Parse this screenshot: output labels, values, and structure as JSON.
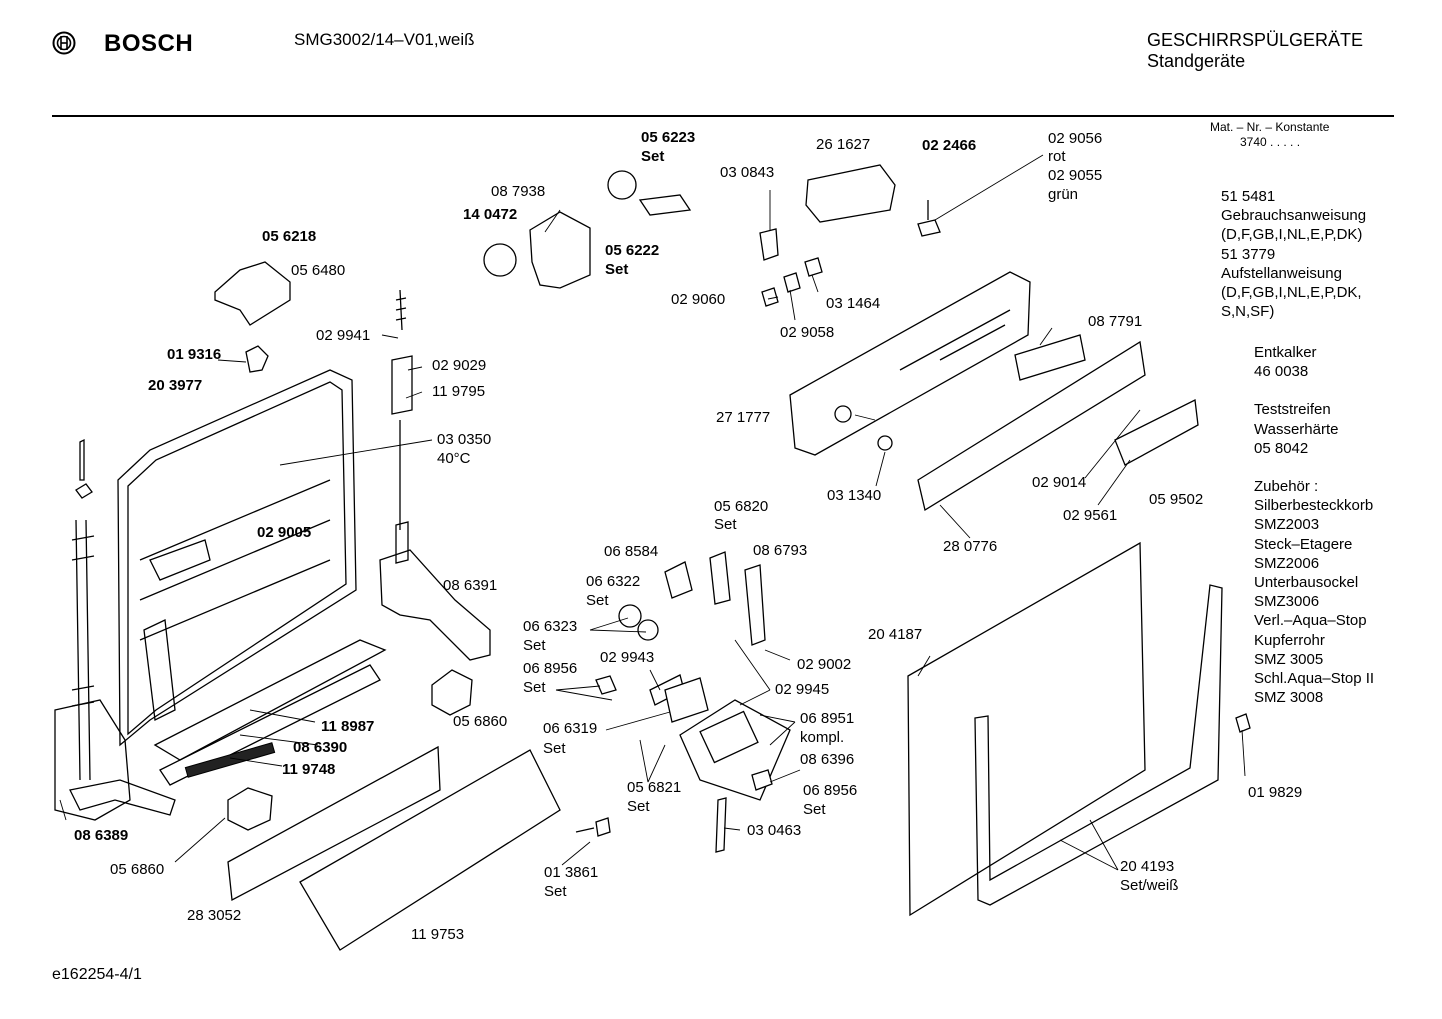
{
  "header": {
    "brand": "BOSCH",
    "model": "SMG3002/14–V01,weiß",
    "category": "GESCHIRRSPÜLGERÄTE",
    "subcategory": "Standgeräte"
  },
  "material_constant": {
    "title": "Mat. – Nr. – Konstante",
    "value": "3740  .  .  .  .  ."
  },
  "side_notes": [
    "51 5481",
    "Gebrauchsanweisung",
    "(D,F,GB,I,NL,E,P,DK)",
    "51 3779",
    "Aufstellanweisung",
    "(D,F,GB,I,NL,E,P,DK,",
    " S,N,SF)"
  ],
  "extras": [
    "Entkalker",
    "46 0038",
    "",
    "Teststreifen",
    "Wasserhärte",
    "05 8042",
    "",
    "Zubehör :",
    "Silberbesteckkorb",
    "SMZ2003",
    "Steck–Etagere",
    "SMZ2006",
    "Unterbausockel",
    "SMZ3006",
    "Verl.–Aqua–Stop",
    "Kupferrohr",
    "SMZ 3005",
    "Schl.Aqua–Stop II",
    "SMZ 3008"
  ],
  "footer": "e162254-4/1",
  "part_labels": [
    {
      "text": "05 6223",
      "bold": true
    },
    {
      "text": "Set",
      "bold": true
    },
    {
      "text": "26 1627",
      "bold": false
    },
    {
      "text": "02 2466",
      "bold": true
    },
    {
      "text": "02 9056",
      "bold": false
    },
    {
      "text": "rot",
      "bold": false
    },
    {
      "text": "02 9055",
      "bold": false
    },
    {
      "text": "grün",
      "bold": false
    },
    {
      "text": "03 0843",
      "bold": false
    },
    {
      "text": "08 7938",
      "bold": false
    },
    {
      "text": "14 0472",
      "bold": true
    },
    {
      "text": "05 6222",
      "bold": true
    },
    {
      "text": "Set",
      "bold": true
    },
    {
      "text": "05 6218",
      "bold": true
    },
    {
      "text": "05 6480",
      "bold": false
    },
    {
      "text": "02 9060",
      "bold": false
    },
    {
      "text": "02 9058",
      "bold": false
    },
    {
      "text": "03 1464",
      "bold": false
    },
    {
      "text": "02 9941",
      "bold": false
    },
    {
      "text": "01 9316",
      "bold": true
    },
    {
      "text": "02 9029",
      "bold": false
    },
    {
      "text": "11 9795",
      "bold": false
    },
    {
      "text": "20 3977",
      "bold": true
    },
    {
      "text": "08 7791",
      "bold": false
    },
    {
      "text": "27 1777",
      "bold": false
    },
    {
      "text": "03 0350",
      "bold": false
    },
    {
      "text": "40°C",
      "bold": false
    },
    {
      "text": "03 1340",
      "bold": false
    },
    {
      "text": "02 9014",
      "bold": false
    },
    {
      "text": "02 9561",
      "bold": false
    },
    {
      "text": "05 9502",
      "bold": false
    },
    {
      "text": "02 9005",
      "bold": true
    },
    {
      "text": "28 0776",
      "bold": false
    },
    {
      "text": "05 6820",
      "bold": false
    },
    {
      "text": "Set",
      "bold": false
    },
    {
      "text": "06 8584",
      "bold": false
    },
    {
      "text": "08 6793",
      "bold": false
    },
    {
      "text": "06 6322",
      "bold": false
    },
    {
      "text": "Set",
      "bold": false
    },
    {
      "text": "08 6391",
      "bold": false
    },
    {
      "text": "06 6323",
      "bold": false
    },
    {
      "text": "Set",
      "bold": false
    },
    {
      "text": "02 9943",
      "bold": false
    },
    {
      "text": "02 9002",
      "bold": false
    },
    {
      "text": "20 4187",
      "bold": false
    },
    {
      "text": "06 8956",
      "bold": false
    },
    {
      "text": "Set",
      "bold": false
    },
    {
      "text": "02 9945",
      "bold": false
    },
    {
      "text": "05 6860",
      "bold": false
    },
    {
      "text": "11 8987",
      "bold": true
    },
    {
      "text": "06 6319",
      "bold": false
    },
    {
      "text": "Set",
      "bold": false
    },
    {
      "text": "06 8951",
      "bold": false
    },
    {
      "text": "kompl.",
      "bold": false
    },
    {
      "text": "08 6390",
      "bold": true
    },
    {
      "text": "08 6396",
      "bold": false
    },
    {
      "text": "11 9748",
      "bold": true
    },
    {
      "text": "05 6821",
      "bold": false
    },
    {
      "text": "Set",
      "bold": false
    },
    {
      "text": "06 8956",
      "bold": false
    },
    {
      "text": "Set",
      "bold": false
    },
    {
      "text": "01 9829",
      "bold": false
    },
    {
      "text": "08 6389",
      "bold": true
    },
    {
      "text": "03 0463",
      "bold": false
    },
    {
      "text": "05 6860",
      "bold": false
    },
    {
      "text": "01 3861",
      "bold": false
    },
    {
      "text": "Set",
      "bold": false
    },
    {
      "text": "20 4193",
      "bold": false
    },
    {
      "text": "Set/weiß",
      "bold": false
    },
    {
      "text": "28 3052",
      "bold": false
    },
    {
      "text": "11 9753",
      "bold": false
    }
  ]
}
